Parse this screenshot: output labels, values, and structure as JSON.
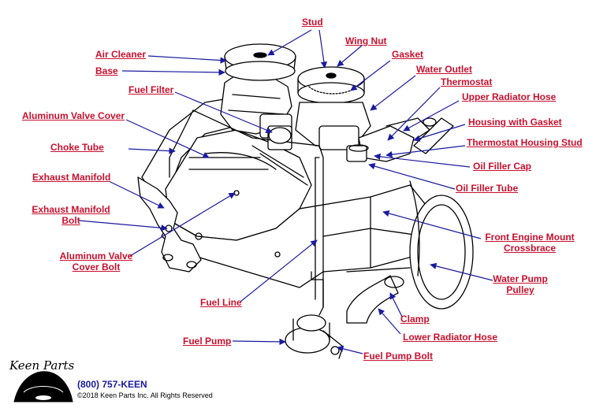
{
  "labels": {
    "stud": "Stud",
    "wing_nut": "Wing Nut",
    "gasket": "Gasket",
    "air_cleaner": "Air Cleaner",
    "base": "Base",
    "water_outlet": "Water Outlet",
    "thermostat": "Thermostat",
    "fuel_filter": "Fuel Filter",
    "upper_radiator_hose": "Upper Radiator Hose",
    "aluminum_valve_cover": "Aluminum Valve Cover",
    "housing_with_gasket": "Housing with Gasket",
    "choke_tube": "Choke Tube",
    "thermostat_housing_stud": "Thermostat Housing Stud",
    "oil_filler_cap": "Oil Filler Cap",
    "exhaust_manifold": "Exhaust Manifold",
    "oil_filler_tube": "Oil Filler Tube",
    "exhaust_manifold_bolt_1": "Exhaust Manifold",
    "exhaust_manifold_bolt_2": "Bolt",
    "front_engine_mount_1": "Front Engine Mount",
    "front_engine_mount_2": "Crossbrace",
    "aluminum_valve_cover_bolt_1": "Aluminum Valve",
    "aluminum_valve_cover_bolt_2": "Cover Bolt",
    "water_pump_pulley_1": "Water Pump",
    "water_pump_pulley_2": "Pulley",
    "fuel_line": "Fuel Line",
    "clamp": "Clamp",
    "lower_radiator_hose": "Lower Radiator Hose",
    "fuel_pump": "Fuel Pump",
    "fuel_pump_bolt": "Fuel Pump Bolt"
  },
  "footer": {
    "logo_text": "Keen Parts",
    "phone": "(800) 757-KEEN",
    "copyright": "©2018 Keen Parts Inc. All Rights Reserved"
  },
  "colors": {
    "label": "#c8102e",
    "arrow": "#1a1aa0",
    "ink": "#000000"
  }
}
